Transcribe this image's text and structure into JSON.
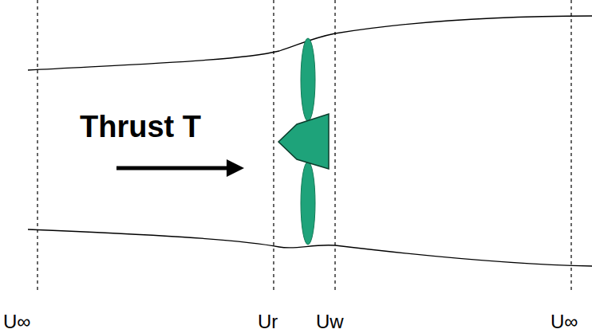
{
  "diagram": {
    "labels": [
      "Thrust T",
      "U∞",
      "Ur",
      "Uw",
      "U∞"
    ]
  }
}
